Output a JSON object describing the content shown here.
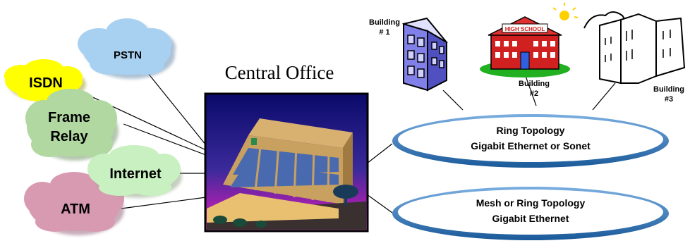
{
  "title": "Central Office",
  "clouds": {
    "pstn": "PSTN",
    "isdn": "ISDN",
    "frame_relay_1": "Frame",
    "frame_relay_2": "Relay",
    "internet": "Internet",
    "atm": "ATM"
  },
  "buildings": {
    "b1_line1": "Building",
    "b1_line2": "# 1",
    "b2_line1": "Building",
    "b2_line2": "#2",
    "b3_line1": "Building",
    "b3_line2": "#3",
    "school_sign": "HIGH SCHOOL"
  },
  "rings": {
    "ring1_line1": "Ring Topology",
    "ring1_line2": "Gigabit Ethernet or Sonet",
    "ring2_line1": "Mesh or Ring Topology",
    "ring2_line2": "Gigabit Ethernet"
  },
  "colors": {
    "pstn_cloud": "#a8d0f0",
    "isdn_cloud": "#ffff00",
    "frame_relay_cloud": "#b0d8a0",
    "internet_cloud": "#c8f0c0",
    "atm_cloud": "#d89ab0",
    "ring_border": "#2060a0"
  }
}
